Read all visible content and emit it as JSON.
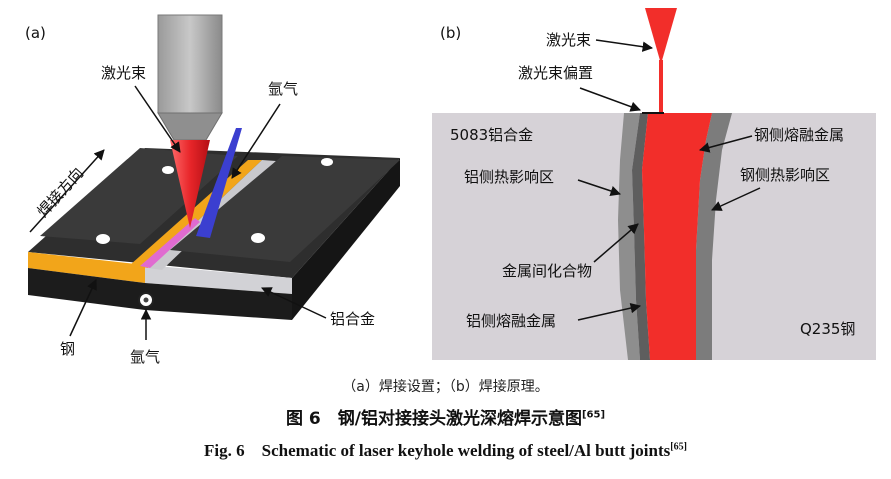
{
  "panel_a": {
    "tag": "(a)",
    "labels": {
      "laser_beam": "激光束",
      "argon_top": "氩气",
      "welding_direction": "焊接方向",
      "steel": "钢",
      "argon_bottom": "氩气",
      "aluminum_alloy": "铝合金"
    }
  },
  "panel_b": {
    "tag": "(b)",
    "labels": {
      "laser_beam": "激光束",
      "beam_offset": "激光束偏置",
      "al_5083": "5083铝合金",
      "steel_side_fusion": "钢侧熔融金属",
      "al_side_haz": "铝侧热影响区",
      "steel_side_haz": "钢侧热影响区",
      "intermetallic": "金属间化合物",
      "al_side_fusion": "铝侧熔融金属",
      "q235_steel": "Q235钢"
    }
  },
  "captions": {
    "subcaption": "（a）焊接设置；（b）焊接原理。",
    "title_cn_prefix": "图 6　钢/铝对接接头激光深熔焊示意图",
    "title_cn_ref": "[65]",
    "title_en_prefix": "Fig. 6　Schematic of laser keyhole welding of steel/Al butt joints",
    "title_en_ref": "[65]"
  },
  "colors": {
    "laser_red": "#e8262a",
    "plate_dark": "#2b2b2b",
    "steel_gold": "#f2a51a",
    "al_grey": "#c9c9cd",
    "argon_blue": "#3b3fd0",
    "weld_pink": "#e06bd0",
    "panel_b_bg": "#d6d2d7",
    "haz_grey": "#7c7c7c"
  }
}
